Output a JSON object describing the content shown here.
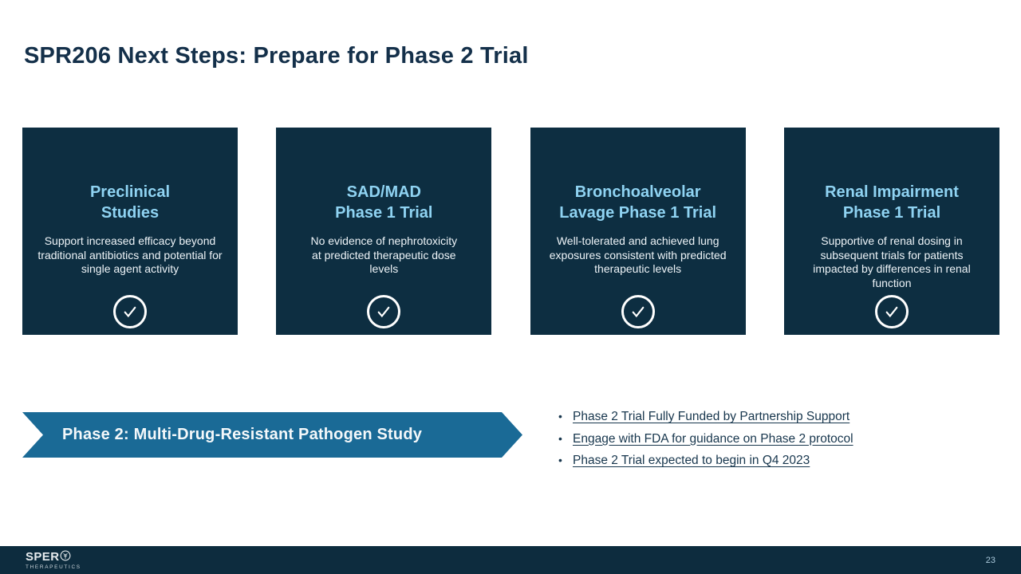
{
  "slide": {
    "title": "SPR206 Next Steps: Prepare for Phase 2 Trial"
  },
  "cards": [
    {
      "heading": "Preclinical\nStudies",
      "body": "Support increased efficacy beyond traditional antibiotics and potential for single agent activity",
      "status_icon": "check-circle"
    },
    {
      "heading": "SAD/MAD\nPhase 1 Trial",
      "body": "No evidence of nephrotoxicity at predicted therapeutic dose levels",
      "status_icon": "check-circle"
    },
    {
      "heading": "Bronchoalveolar\nLavage Phase 1 Trial",
      "body": "Well-tolerated and achieved lung exposures consistent with predicted therapeutic levels",
      "status_icon": "check-circle"
    },
    {
      "heading": "Renal Impairment\nPhase 1 Trial",
      "body": "Supportive of renal dosing in subsequent trials for patients impacted by differences in renal function",
      "status_icon": "check-circle"
    }
  ],
  "phase2": {
    "banner_label": "Phase 2: Multi-Drug-Resistant Pathogen Study",
    "bullets": [
      "Phase 2 Trial Fully Funded by Partnership Support",
      "Engage with FDA for guidance on Phase 2 protocol",
      "Phase 2 Trial expected to begin in Q4 2023"
    ],
    "bullet_glyph": "•"
  },
  "footer": {
    "logo_primary": "SPER",
    "logo_secondary": "THERAPEUTICS",
    "logo_icon": "tree-in-circle",
    "page_number": "23"
  },
  "colors": {
    "title_text": "#14304a",
    "card_background": "#0d2e41",
    "card_heading": "#8fd3f2",
    "card_body_text": "#eef4f8",
    "check_icon": "#ffffff",
    "banner_background": "#1a6a96",
    "banner_text": "#f4f8fa",
    "bullet_text": "#17364d",
    "footer_background": "#0d2c3e",
    "page_number_text": "#a9c8da"
  }
}
